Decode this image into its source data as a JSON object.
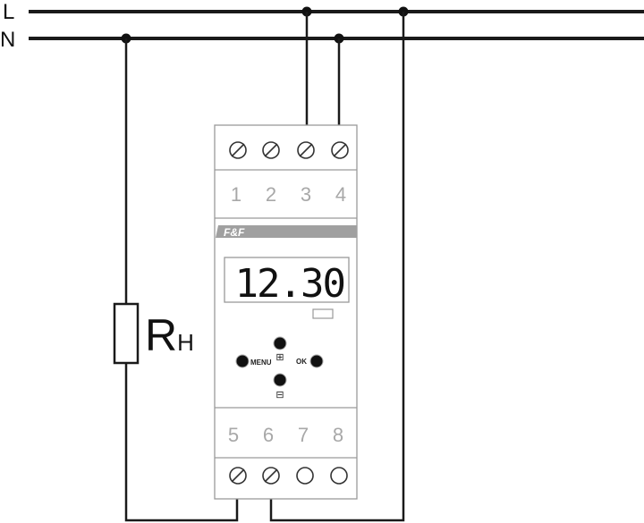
{
  "lines": {
    "live": "L",
    "neutral": "N"
  },
  "resistor": {
    "symbol": "R",
    "subscript": "H"
  },
  "device": {
    "brand": "F&F",
    "display": "12.30",
    "top_terminals": [
      "1",
      "2",
      "3",
      "4"
    ],
    "bottom_terminals": [
      "5",
      "6",
      "7",
      "8"
    ],
    "buttons": {
      "menu": "MENU",
      "ok": "OK",
      "plus": "⊞",
      "minus": "⊟"
    }
  },
  "colors": {
    "wire": "#1a1a1a",
    "housing": "#9a9a9a",
    "brand_bar": "#a0a0a0"
  }
}
